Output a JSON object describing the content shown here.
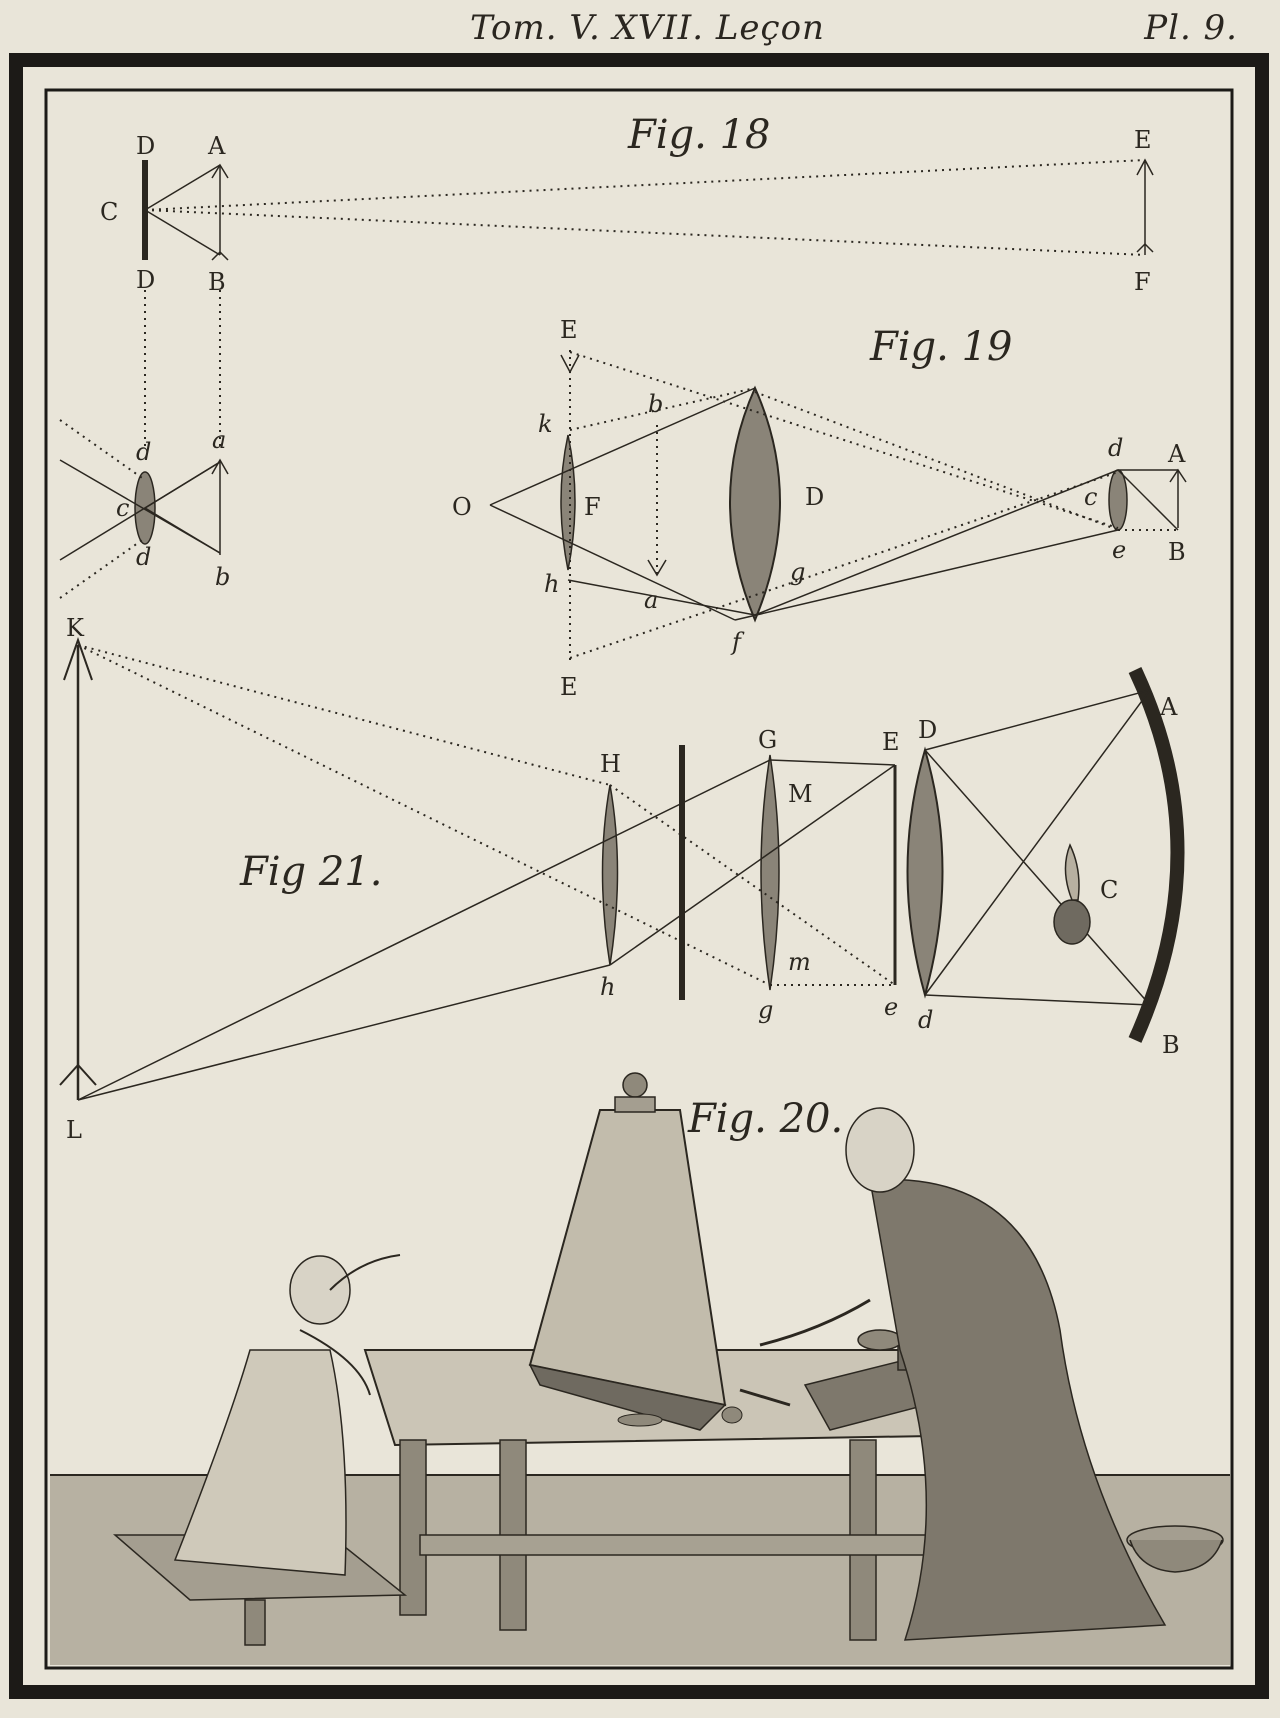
{
  "header": {
    "title": "Tom. V. XVII. Leçon",
    "plate": "Pl. 9."
  },
  "figures": {
    "fig18": {
      "title": "Fig. 18",
      "labels": [
        "D",
        "A",
        "C",
        "D",
        "B",
        "E",
        "F",
        "d",
        "a",
        "c",
        "d",
        "b"
      ]
    },
    "fig19": {
      "title": "Fig. 19",
      "labels": [
        "E",
        "b",
        "k",
        "O",
        "F",
        "D",
        "h",
        "a",
        "g",
        "f",
        "E",
        "d",
        "c",
        "e",
        "A",
        "B"
      ]
    },
    "fig21": {
      "title": "Fig 21.",
      "labels": [
        "K",
        "L",
        "H",
        "h",
        "G",
        "M",
        "m",
        "g",
        "E",
        "e",
        "D",
        "d",
        "A",
        "C",
        "B"
      ]
    },
    "fig20": {
      "title": "Fig. 20."
    }
  },
  "colors": {
    "paper": "#e9e5d9",
    "ink": "#2b2720",
    "border": "#1c1a17"
  }
}
